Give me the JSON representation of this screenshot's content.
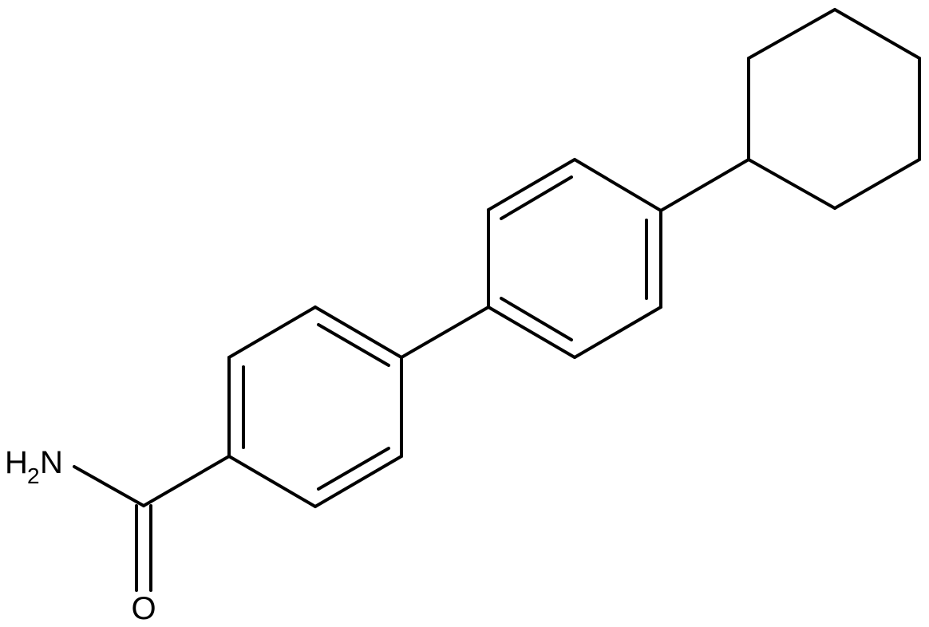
{
  "molecule": {
    "atom_labels": {
      "amine_n": "N",
      "amine_h": "H",
      "amine_h_count": "2",
      "carbonyl_o": "O"
    }
  },
  "colors": {
    "bond": "#000000",
    "background": "#ffffff"
  }
}
